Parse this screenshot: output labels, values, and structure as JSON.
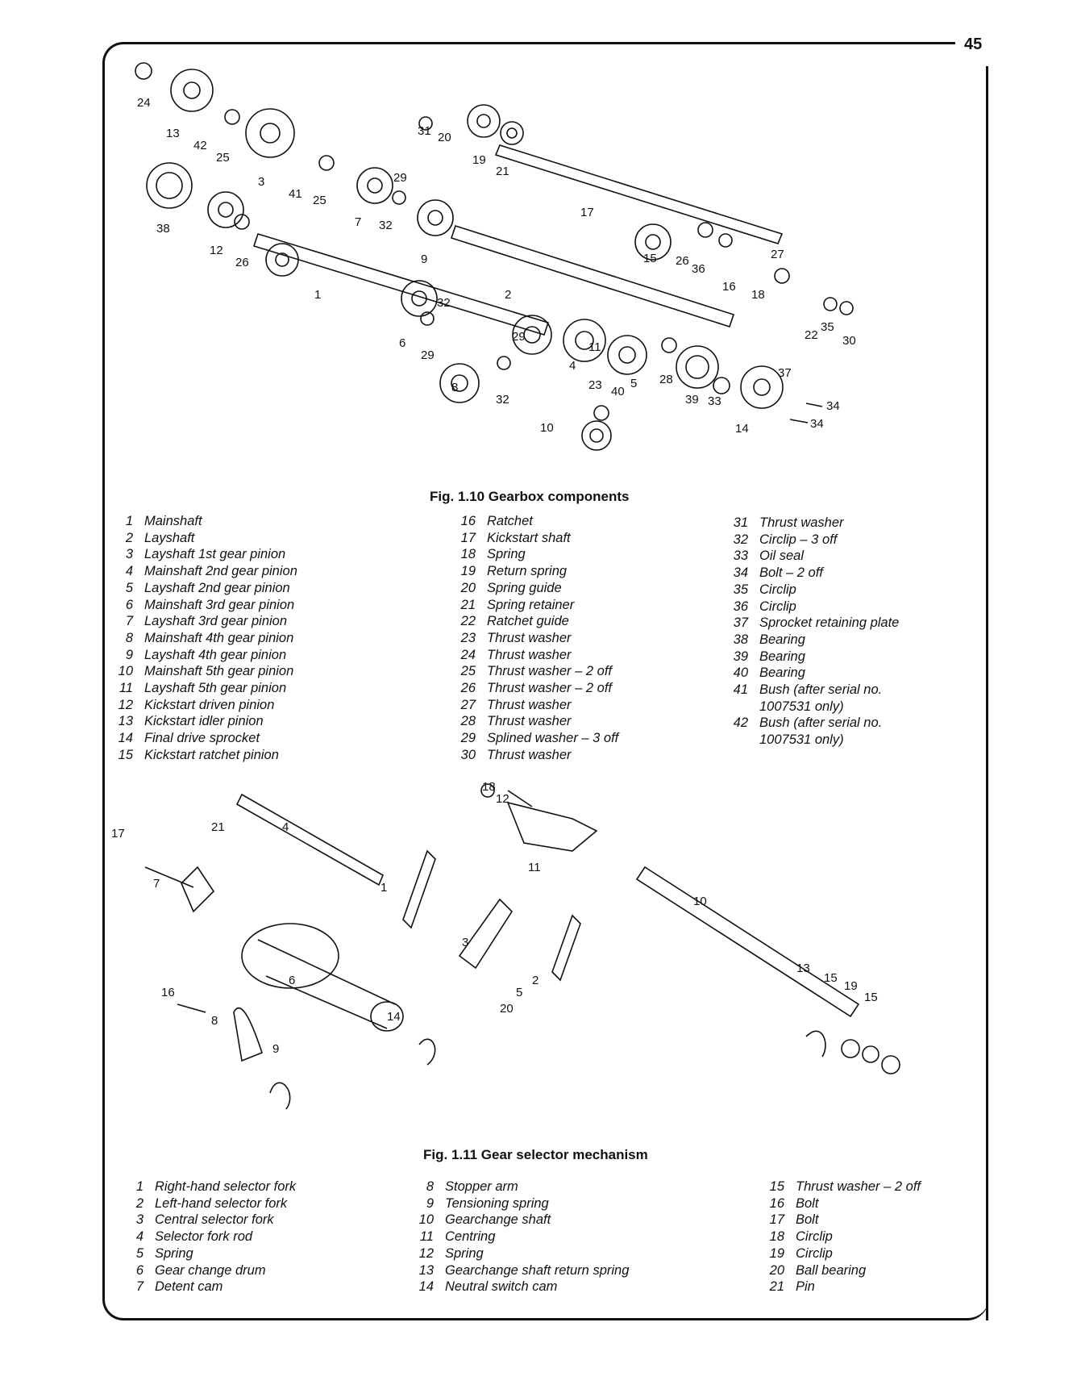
{
  "page_number": "45",
  "fig1": {
    "caption": "Fig. 1.10 Gearbox components",
    "callouts": [
      "1",
      "2",
      "3",
      "4",
      "5",
      "6",
      "7",
      "8",
      "9",
      "10",
      "11",
      "12",
      "13",
      "14",
      "15",
      "16",
      "17",
      "18",
      "19",
      "20",
      "21",
      "22",
      "23",
      "24",
      "25",
      "25",
      "26",
      "26",
      "27",
      "28",
      "29",
      "29",
      "29",
      "30",
      "31",
      "32",
      "32",
      "32",
      "33",
      "34",
      "34",
      "35",
      "36",
      "37",
      "38",
      "39",
      "40",
      "41",
      "42"
    ],
    "legend": {
      "col1": [
        {
          "n": "1",
          "t": "Mainshaft"
        },
        {
          "n": "2",
          "t": "Layshaft"
        },
        {
          "n": "3",
          "t": "Layshaft 1st gear pinion"
        },
        {
          "n": "4",
          "t": "Mainshaft 2nd gear pinion"
        },
        {
          "n": "5",
          "t": "Layshaft 2nd gear pinion"
        },
        {
          "n": "6",
          "t": "Mainshaft 3rd gear pinion"
        },
        {
          "n": "7",
          "t": "Layshaft 3rd gear pinion"
        },
        {
          "n": "8",
          "t": "Mainshaft 4th gear pinion"
        },
        {
          "n": "9",
          "t": "Layshaft 4th gear pinion"
        },
        {
          "n": "10",
          "t": "Mainshaft 5th gear pinion"
        },
        {
          "n": "11",
          "t": "Layshaft 5th gear pinion"
        },
        {
          "n": "12",
          "t": "Kickstart driven pinion"
        },
        {
          "n": "13",
          "t": "Kickstart idler pinion"
        },
        {
          "n": "14",
          "t": "Final drive sprocket"
        },
        {
          "n": "15",
          "t": "Kickstart ratchet pinion"
        }
      ],
      "col2": [
        {
          "n": "16",
          "t": "Ratchet"
        },
        {
          "n": "17",
          "t": "Kickstart shaft"
        },
        {
          "n": "18",
          "t": "Spring"
        },
        {
          "n": "19",
          "t": "Return spring"
        },
        {
          "n": "20",
          "t": "Spring guide"
        },
        {
          "n": "21",
          "t": "Spring retainer"
        },
        {
          "n": "22",
          "t": "Ratchet guide"
        },
        {
          "n": "23",
          "t": "Thrust washer"
        },
        {
          "n": "24",
          "t": "Thrust washer"
        },
        {
          "n": "25",
          "t": "Thrust washer – 2 off"
        },
        {
          "n": "26",
          "t": "Thrust washer – 2 off"
        },
        {
          "n": "27",
          "t": "Thrust washer"
        },
        {
          "n": "28",
          "t": "Thrust washer"
        },
        {
          "n": "29",
          "t": "Splined washer – 3 off"
        },
        {
          "n": "30",
          "t": "Thrust washer"
        }
      ],
      "col3": [
        {
          "n": "31",
          "t": "Thrust washer"
        },
        {
          "n": "32",
          "t": "Circlip – 3 off"
        },
        {
          "n": "33",
          "t": "Oil seal"
        },
        {
          "n": "34",
          "t": "Bolt – 2 off"
        },
        {
          "n": "35",
          "t": "Circlip"
        },
        {
          "n": "36",
          "t": "Circlip"
        },
        {
          "n": "37",
          "t": "Sprocket retaining plate"
        },
        {
          "n": "38",
          "t": "Bearing"
        },
        {
          "n": "39",
          "t": "Bearing"
        },
        {
          "n": "40",
          "t": "Bearing"
        },
        {
          "n": "41",
          "t": "Bush (after serial no."
        },
        {
          "n": "",
          "t": "1007531 only)"
        },
        {
          "n": "42",
          "t": "Bush (after serial no."
        },
        {
          "n": "",
          "t": "1007531 only)"
        }
      ]
    }
  },
  "fig2": {
    "caption": "Fig. 1.11 Gear selector mechanism",
    "callouts": [
      "1",
      "2",
      "3",
      "4",
      "5",
      "6",
      "7",
      "8",
      "9",
      "10",
      "11",
      "12",
      "13",
      "14",
      "15",
      "15",
      "16",
      "17",
      "18",
      "19",
      "20",
      "21"
    ],
    "legend": {
      "col1": [
        {
          "n": "1",
          "t": "Right-hand selector fork"
        },
        {
          "n": "2",
          "t": "Left-hand selector fork"
        },
        {
          "n": "3",
          "t": "Central selector fork"
        },
        {
          "n": "4",
          "t": "Selector fork rod"
        },
        {
          "n": "5",
          "t": "Spring"
        },
        {
          "n": "6",
          "t": "Gear change drum"
        },
        {
          "n": "7",
          "t": "Detent cam"
        }
      ],
      "col2": [
        {
          "n": "8",
          "t": "Stopper arm"
        },
        {
          "n": "9",
          "t": "Tensioning spring"
        },
        {
          "n": "10",
          "t": "Gearchange shaft"
        },
        {
          "n": "11",
          "t": "Centring"
        },
        {
          "n": "12",
          "t": "Spring"
        },
        {
          "n": "13",
          "t": "Gearchange shaft return spring"
        },
        {
          "n": "14",
          "t": "Neutral switch cam"
        }
      ],
      "col3": [
        {
          "n": "15",
          "t": "Thrust washer – 2 off"
        },
        {
          "n": "16",
          "t": "Bolt"
        },
        {
          "n": "17",
          "t": "Bolt"
        },
        {
          "n": "18",
          "t": "Circlip"
        },
        {
          "n": "19",
          "t": "Circlip"
        },
        {
          "n": "20",
          "t": "Ball bearing"
        },
        {
          "n": "21",
          "t": "Pin"
        }
      ]
    }
  }
}
